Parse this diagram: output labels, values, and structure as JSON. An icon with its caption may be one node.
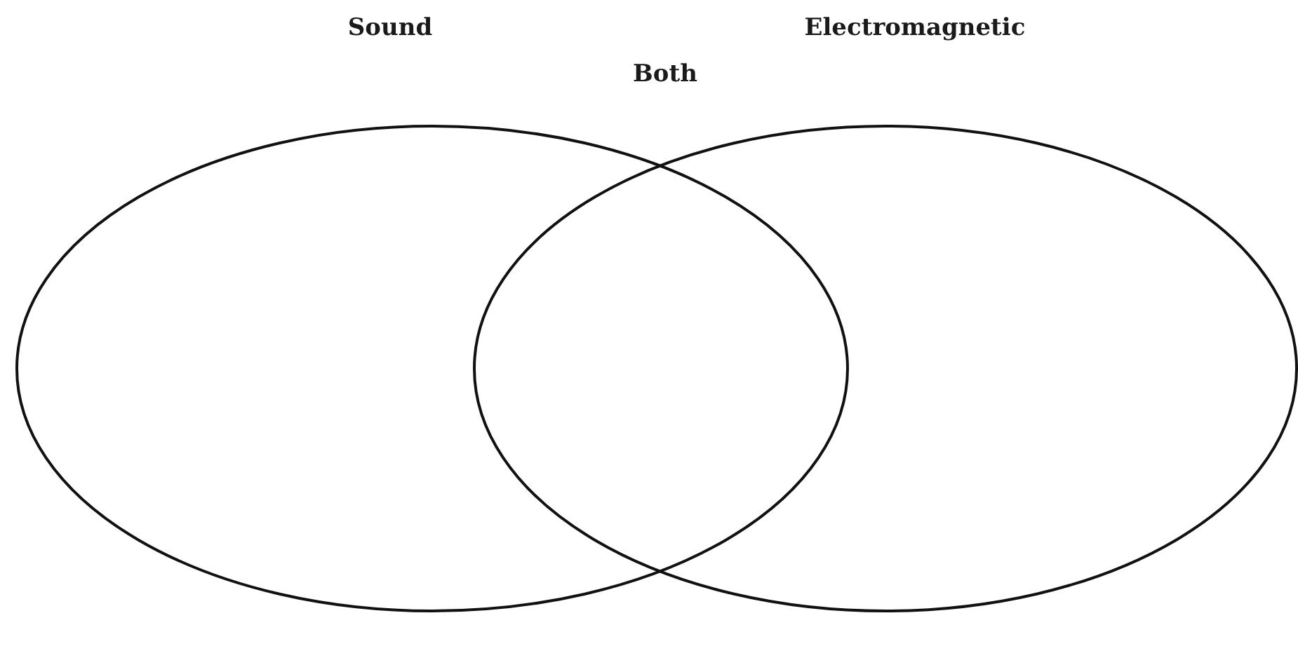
{
  "diagram": {
    "nodes": [
      {
        "text": [
          "Sound"
        ]
      },
      {
        "text": [
          "Electromagnetic"
        ]
      }
    ],
    "edges": [],
    "labels": [
      "Both"
    ]
  }
}
